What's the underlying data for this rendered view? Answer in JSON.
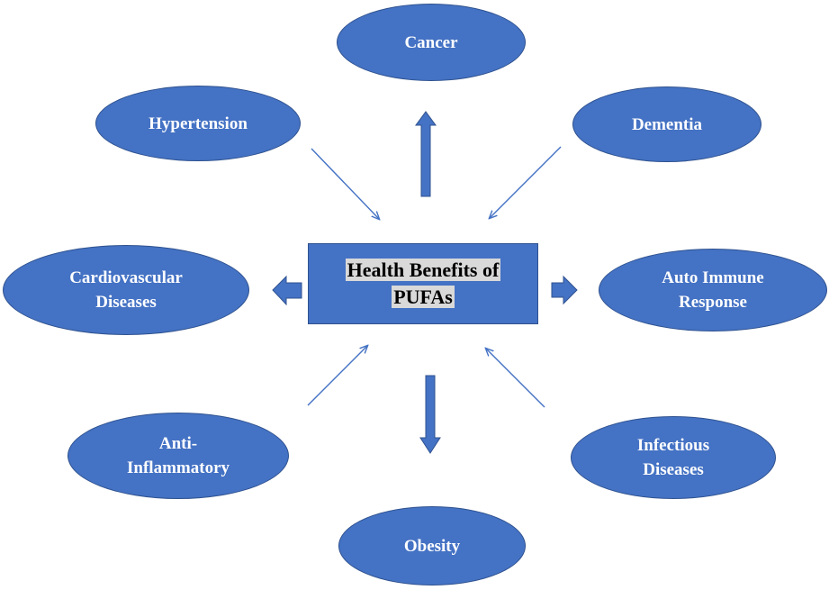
{
  "center": {
    "line1": "Health Benefits of",
    "line2": "PUFAs"
  },
  "nodes": {
    "cancer": "Cancer",
    "hypertension": "Hypertension",
    "dementia": "Dementia",
    "cardiovascular": "Cardiovascular Diseases",
    "auto_immune": "Auto Immune Response",
    "anti_inflammatory": "Anti-Inflammatory",
    "infectious": "Infectious Diseases",
    "obesity": "Obesity"
  },
  "colors": {
    "node_fill": "#4472c4",
    "node_border": "#2f528f",
    "center_text_highlight": "#d9d9d9"
  }
}
